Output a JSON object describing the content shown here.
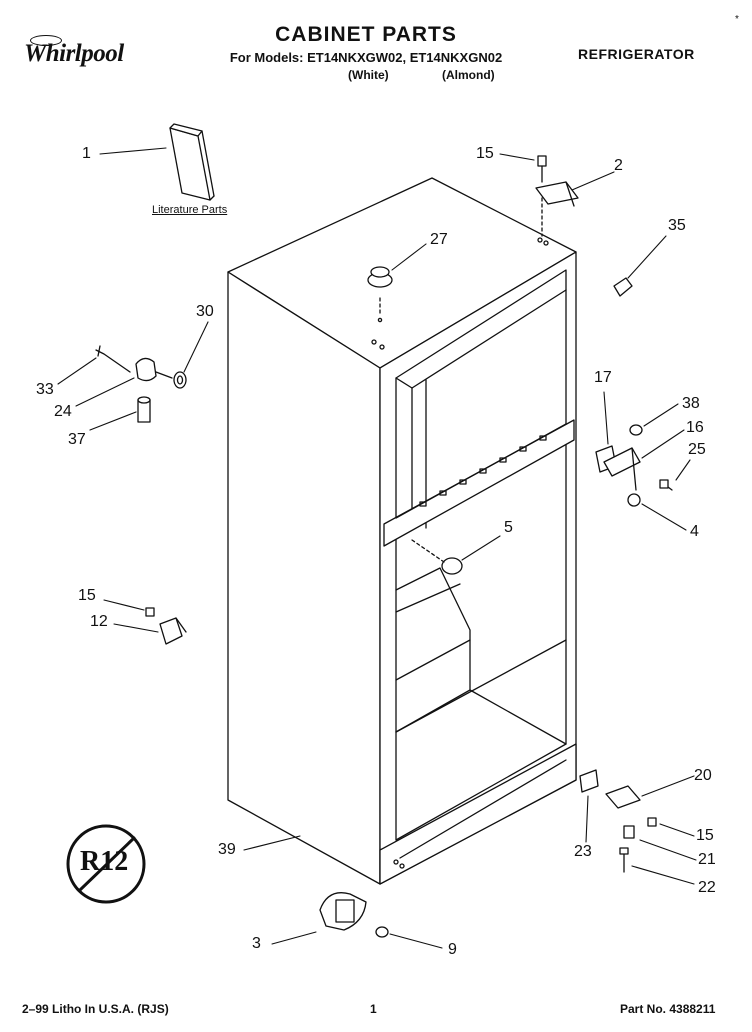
{
  "header": {
    "brand": "Whirlpool",
    "title": "CABINET PARTS",
    "models_line": "For Models: ET14NKXGW02, ET14NKXGN02",
    "color_white": "(White)",
    "color_almond": "(Almond)",
    "category": "REFRIGERATOR",
    "corner_mark": "*"
  },
  "literature_label": "Literature Parts",
  "callouts": {
    "c1": "1",
    "c2": "2",
    "c3": "3",
    "c4": "4",
    "c5": "5",
    "c9": "9",
    "c12": "12",
    "c15a": "15",
    "c15b": "15",
    "c15c": "15",
    "c16": "16",
    "c17": "17",
    "c20": "20",
    "c21": "21",
    "c22": "22",
    "c23": "23",
    "c24": "24",
    "c25": "25",
    "c27": "27",
    "c30": "30",
    "c33": "33",
    "c35": "35",
    "c37": "37",
    "c38": "38",
    "c39": "39"
  },
  "badge": "R12",
  "footer": {
    "left": "2–99 Litho In U.S.A. (RJS)",
    "page": "1",
    "part_no": "Part No. 4388211"
  }
}
